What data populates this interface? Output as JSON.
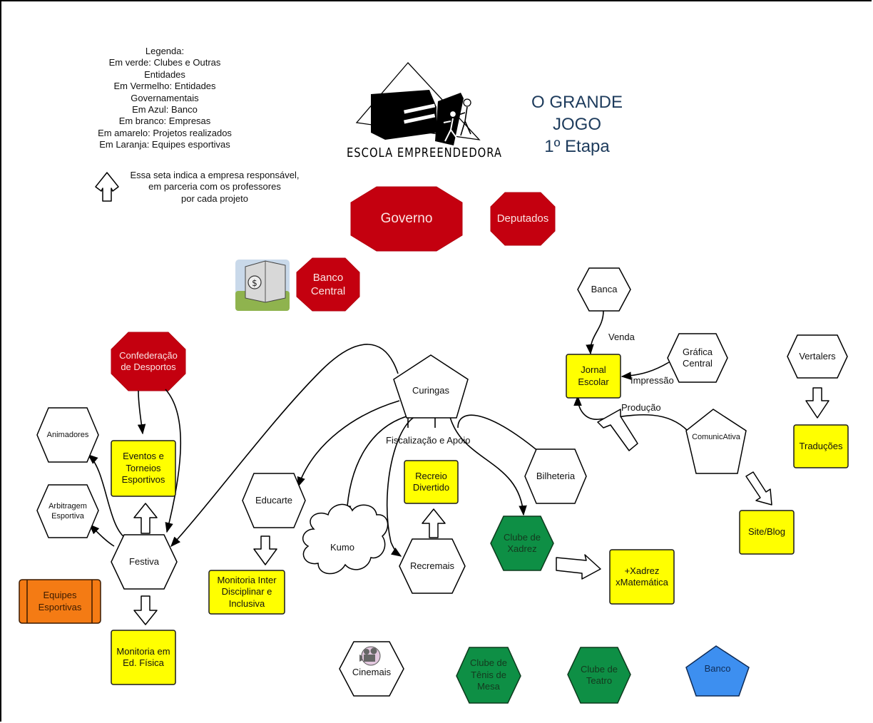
{
  "header": {
    "logo_text": "ESCOLA EMPREENDEDORA",
    "title_lines": [
      "O GRANDE",
      "JOGO",
      "1º Etapa"
    ]
  },
  "legend": {
    "lines": [
      "Legenda:",
      "Em verde: Clubes e Outras",
      "Entidades",
      "Em Vermelho: Entidades",
      "Governamentais",
      "Em Azul: Banco",
      "Em branco: Empresas",
      "Em amarelo: Projetos realizados",
      "Em Laranja: Equipes esportivas"
    ],
    "arrow_note_lines": [
      "Essa seta indica a empresa responsável,",
      "em parceria com os professores",
      "por cada projeto"
    ]
  },
  "colors": {
    "red": "#c4000f",
    "yellow": "#ffff00",
    "green": "#0e8f45",
    "blue": "#3d8ff0",
    "orange": "#f47b14",
    "white": "#ffffff",
    "title": "#1d3b5c"
  },
  "nodes": {
    "governo": "Governo",
    "deputados": "Deputados",
    "banco_central": [
      "Banco",
      "Central"
    ],
    "confederacao": [
      "Confederação",
      "de Desportos"
    ],
    "animadores": "Animadores",
    "arbitragem": [
      "Arbitragem",
      "Esportiva"
    ],
    "eventos": [
      "Eventos e",
      "Torneios",
      "Esportivos"
    ],
    "festiva": "Festiva",
    "equipes": [
      "Equipes",
      "Esportivas"
    ],
    "monitoria_ed": [
      "Monitoria em",
      "Ed. Física"
    ],
    "educarte": "Educarte",
    "monitoria_inter": [
      "Monitoria Inter",
      "Disciplinar e",
      "Inclusiva"
    ],
    "kumo": "Kumo",
    "curingas": "Curingas",
    "recreio": [
      "Recreio",
      "Divertido"
    ],
    "recremais": "Recremais",
    "bilheteria": "Bilheteria",
    "clube_xadrez": [
      "Clube de",
      "Xadrez"
    ],
    "xadrez_mat": [
      "+Xadrez",
      "xMatemática"
    ],
    "banca": "Banca",
    "jornal": [
      "Jornal",
      "Escolar"
    ],
    "grafica": [
      "Gráfica",
      "Central"
    ],
    "comunicativa": "ComunicAtiva",
    "site_blog": "Site/Blog",
    "vertalers": "Vertalers",
    "traducoes": "Traduções",
    "cinemais": "Cinemais",
    "clube_tenis": [
      "Clube de",
      "Tênis de",
      "Mesa"
    ],
    "clube_teatro": [
      "Clube de",
      "Teatro"
    ],
    "banco": "Banco"
  },
  "edge_labels": {
    "fiscalizacao": "Fiscalização e Apoio",
    "venda": "Venda",
    "impressao": "Impressão",
    "producao": "Produção"
  },
  "icons": {
    "bank_illustration": "bank-building-icon",
    "cinema": "film-camera-icon",
    "responsibility_arrow": "hollow-arrow-icon"
  }
}
